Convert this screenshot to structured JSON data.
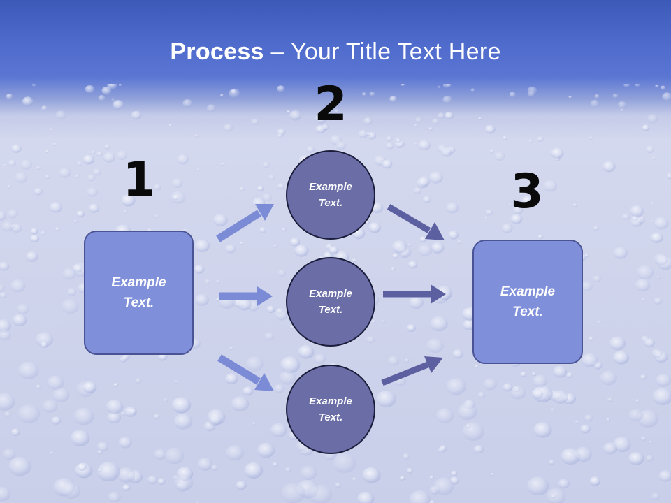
{
  "title": {
    "bold": "Process",
    "rest": " – Your Title Text Here"
  },
  "steps": {
    "one": "1",
    "two": "2",
    "three": "3"
  },
  "nodes": {
    "left_box": {
      "line1": "Example",
      "line2": "Text."
    },
    "circle_top": {
      "line1": "Example",
      "line2": "Text."
    },
    "circle_mid": {
      "line1": "Example",
      "line2": "Text."
    },
    "circle_bot": {
      "line1": "Example",
      "line2": "Text."
    },
    "right_box": {
      "line1": "Example",
      "line2": "Text."
    }
  },
  "colors": {
    "box_fill": "#7f8fd9",
    "circle_fill": "#6a6da6",
    "arrow_light": "#7b8bd6",
    "arrow_dark": "#5c5fa0"
  }
}
